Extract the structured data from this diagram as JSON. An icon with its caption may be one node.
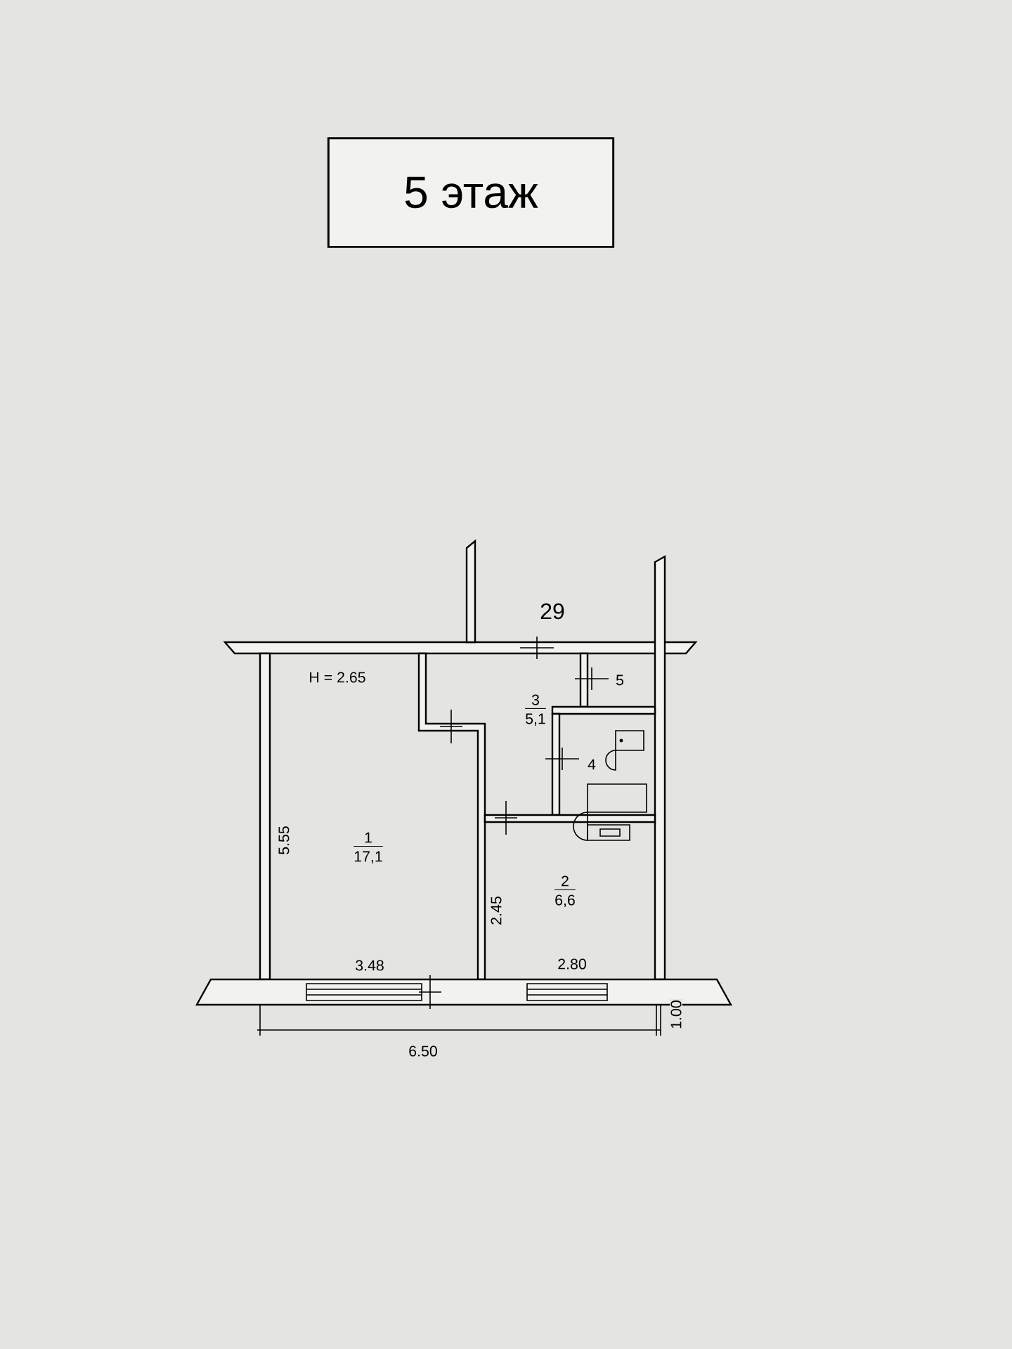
{
  "diagram": {
    "nodes": [
      {
        "text": [
          "5 этаж"
        ]
      },
      {
        "text": [
          "1",
          "17,1"
        ]
      },
      {
        "text": [
          "2",
          "6,6"
        ]
      },
      {
        "text": [
          "3",
          "5,1"
        ]
      },
      {
        "text": [
          "4"
        ]
      },
      {
        "text": [
          "5"
        ]
      }
    ],
    "labels": [
      "29",
      "H = 2.65",
      "5.55",
      "2.45",
      "3.48",
      "2.80",
      "1.00",
      "6.50"
    ]
  }
}
